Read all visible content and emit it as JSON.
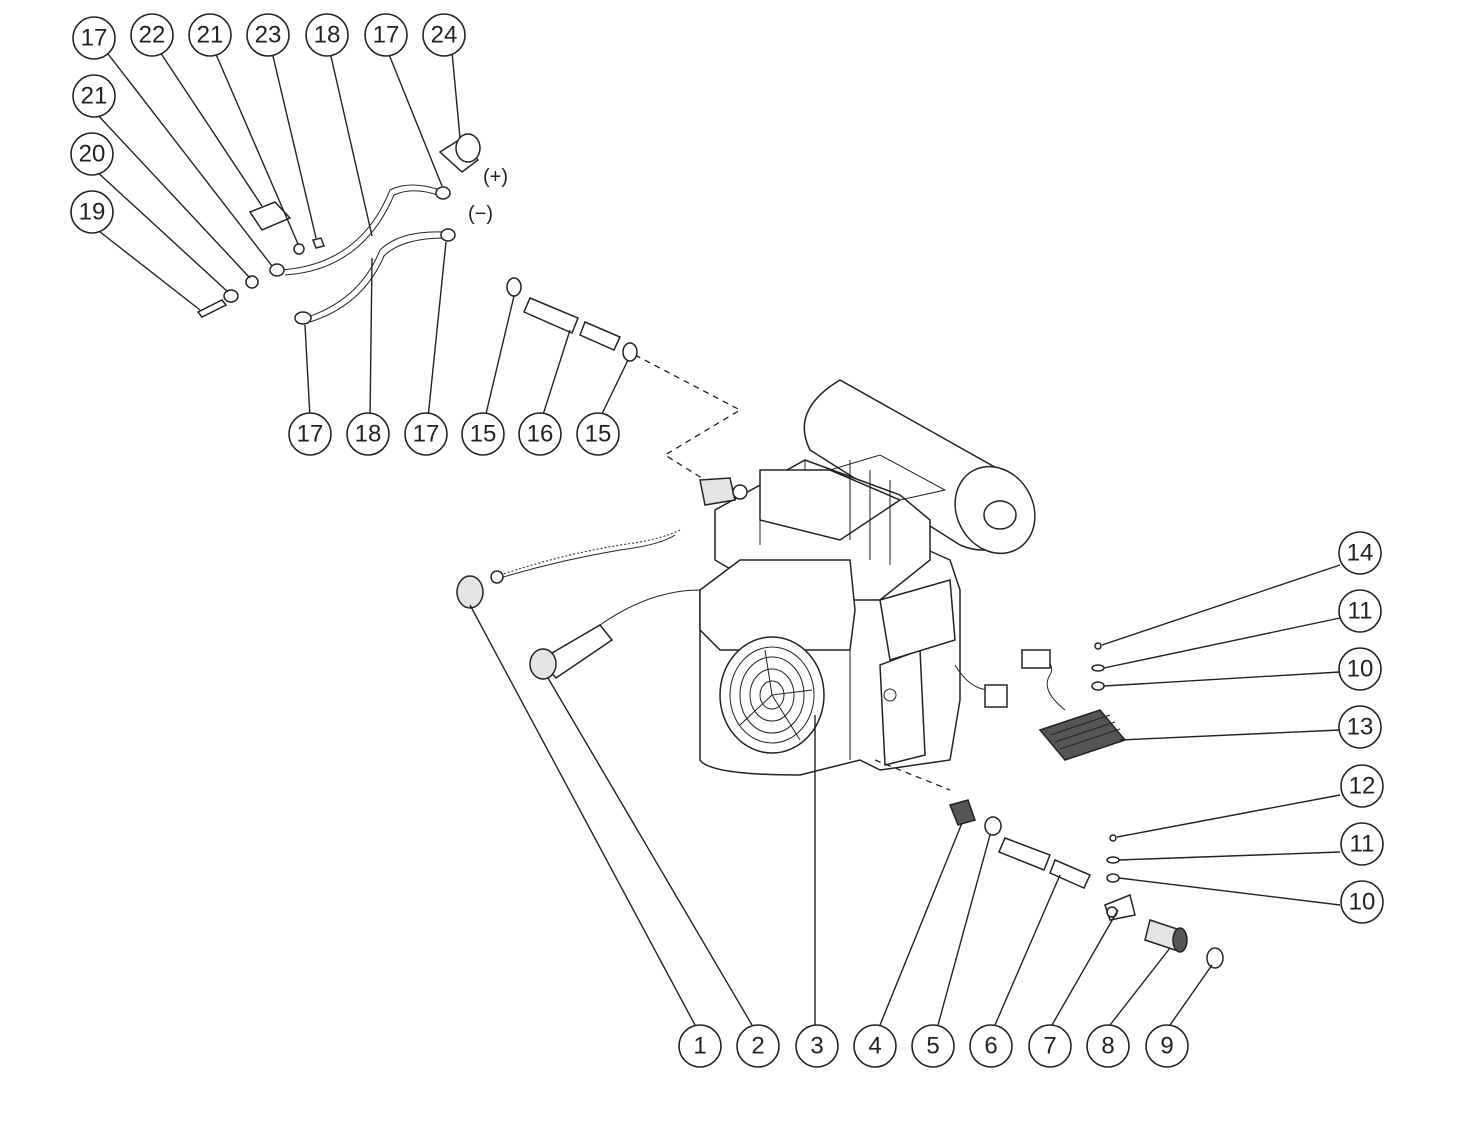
{
  "callouts": [
    {
      "label": "17"
    },
    {
      "label": "22"
    },
    {
      "label": "21"
    },
    {
      "label": "23"
    },
    {
      "label": "18"
    },
    {
      "label": "17"
    },
    {
      "label": "24"
    },
    {
      "label": "21"
    },
    {
      "label": "20"
    },
    {
      "label": "19"
    },
    {
      "label": "17"
    },
    {
      "label": "18"
    },
    {
      "label": "17"
    },
    {
      "label": "15"
    },
    {
      "label": "16"
    },
    {
      "label": "15"
    },
    {
      "label": "14"
    },
    {
      "label": "11"
    },
    {
      "label": "10"
    },
    {
      "label": "13"
    },
    {
      "label": "12"
    },
    {
      "label": "11"
    },
    {
      "label": "10"
    },
    {
      "label": "1"
    },
    {
      "label": "2"
    },
    {
      "label": "3"
    },
    {
      "label": "4"
    },
    {
      "label": "5"
    },
    {
      "label": "6"
    },
    {
      "label": "7"
    },
    {
      "label": "8"
    },
    {
      "label": "9"
    }
  ],
  "polarity": {
    "positive": "(+)",
    "negative": "(−)"
  }
}
